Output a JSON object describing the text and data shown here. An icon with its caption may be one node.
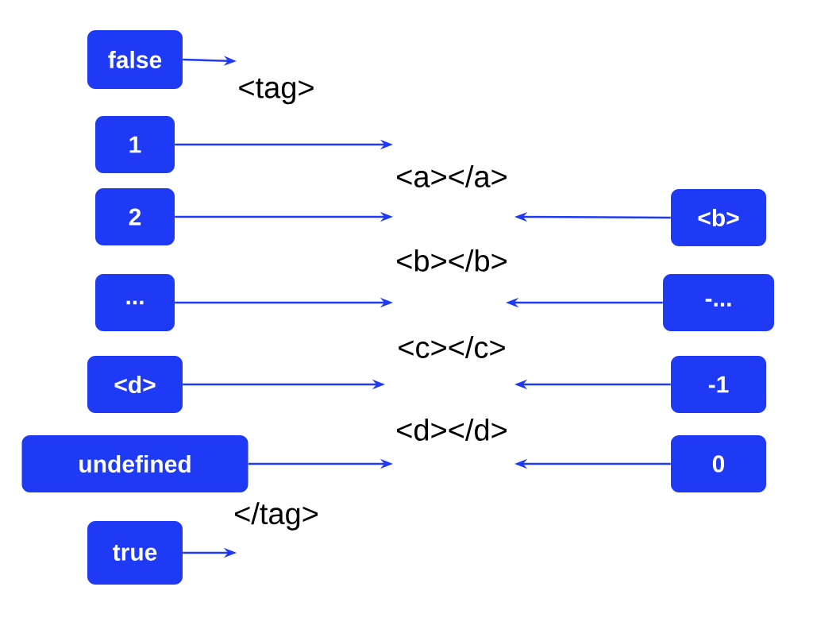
{
  "diagram": {
    "nodes": [
      {
        "text": [
          "false"
        ]
      },
      {
        "text": [
          "1"
        ]
      },
      {
        "text": [
          "2"
        ]
      },
      {
        "text": [
          "..."
        ]
      },
      {
        "text": [
          "<d>"
        ]
      },
      {
        "text": [
          "undefined"
        ]
      },
      {
        "text": [
          "true"
        ]
      },
      {
        "text": [
          "<b>"
        ]
      },
      {
        "text": [
          "-..."
        ]
      },
      {
        "text": [
          "-1"
        ]
      },
      {
        "text": [
          "0"
        ]
      }
    ],
    "edges": [
      {
        "from": 0,
        "to": null,
        "arrow": "to"
      },
      {
        "from": 1,
        "to": null,
        "arrow": "to"
      },
      {
        "from": 2,
        "to": null,
        "arrow": "to"
      },
      {
        "from": 3,
        "to": null,
        "arrow": "to"
      },
      {
        "from": 4,
        "to": null,
        "arrow": "to"
      },
      {
        "from": 5,
        "to": null,
        "arrow": "to"
      },
      {
        "from": 6,
        "to": null,
        "arrow": "to"
      },
      {
        "from": 7,
        "to": null,
        "arrow": "to"
      },
      {
        "from": 8,
        "to": null,
        "arrow": "to"
      },
      {
        "from": 9,
        "to": null,
        "arrow": "to"
      },
      {
        "from": 10,
        "to": null,
        "arrow": "to"
      }
    ],
    "labels": [
      "<tag>",
      "<a></a>",
      "<b></b>",
      "<c></c>",
      "<d></d>",
      "</tag>"
    ]
  }
}
